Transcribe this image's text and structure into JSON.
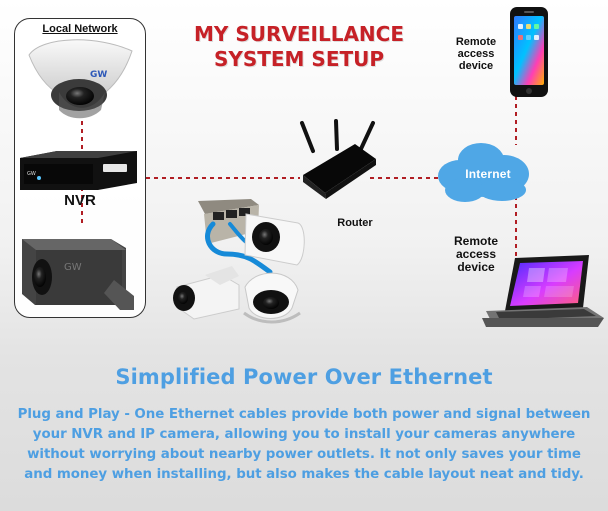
{
  "diagram": {
    "title": "MY SURVEILLANCE\nSYSTEM SETUP",
    "local_network_label": "Local Network",
    "nvr_label": "NVR",
    "router_label": "Router",
    "internet_label": "Internet",
    "remote_access_top": "Remote\naccess\ndevice",
    "remote_access_bottom": "Remote\naccess\ndevice",
    "camera_logo": "GW",
    "colors": {
      "title": "#c62127",
      "connection_line": "#b11e24",
      "internet_cloud": "#4fa7e6",
      "feature_text": "#4e9fe2"
    },
    "icons": [
      "dome-camera-icon",
      "nvr-recorder-icon",
      "bullet-camera-icon",
      "router-icon",
      "internet-cloud-icon",
      "smartphone-icon",
      "laptop-icon",
      "poe-ethernet-cameras-icon"
    ]
  },
  "feature": {
    "headline": "Simplified Power Over Ethernet",
    "description": "Plug and Play - One Ethernet cables provide both power and signal between\nyour NVR and IP camera, allowing you to install your cameras anywhere\nwithout worrying about nearby power outlets. It not only saves your time\nand money when installing, but also makes the cable layout neat and tidy."
  }
}
